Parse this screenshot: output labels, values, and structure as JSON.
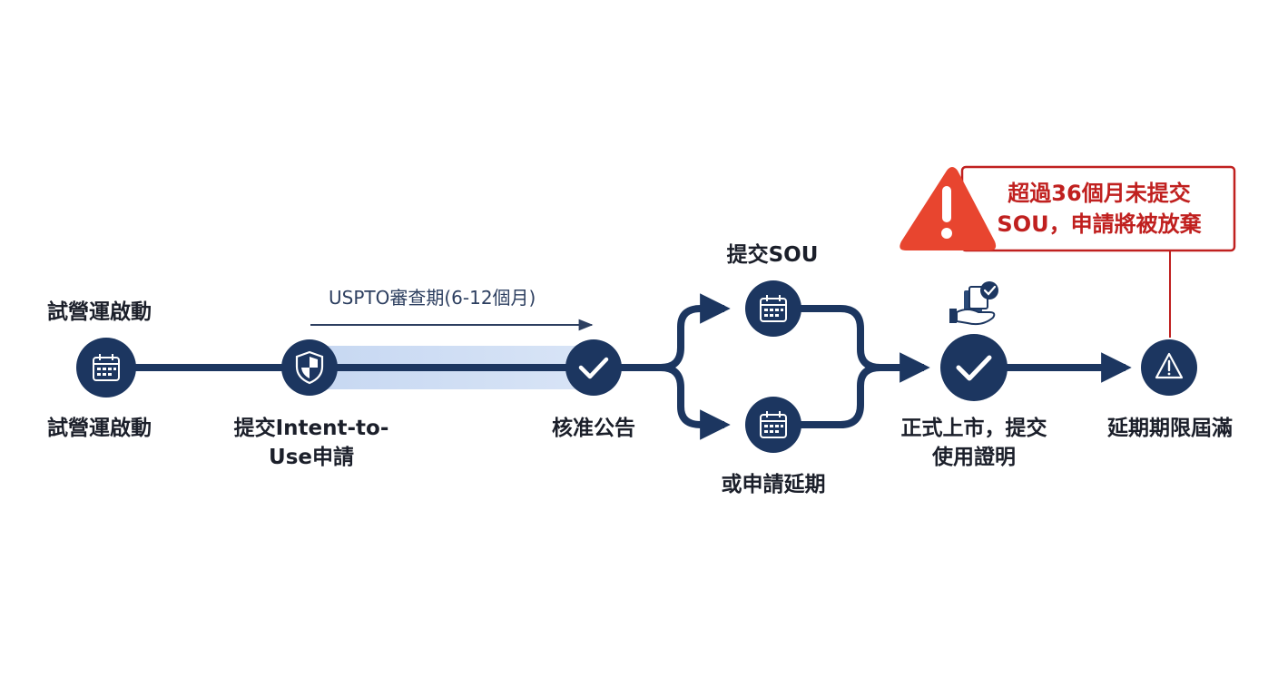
{
  "stages": {
    "start": {
      "title": "試營運啟動",
      "label": "試營運啟動",
      "icon": "calendar-icon"
    },
    "file": {
      "label_line1": "提交Intent-to-",
      "label_line2": "Use申請",
      "icon": "shield-icon"
    },
    "approval": {
      "label": "核准公告",
      "icon": "checkmark-icon"
    },
    "submit_sou": {
      "label": "提交SOU",
      "icon": "calendar-icon"
    },
    "extension": {
      "label": "或申請延期",
      "icon": "calendar-icon"
    },
    "launch": {
      "label_line1": "正式上市，提交",
      "label_line2": "使用證明",
      "icon": "checkmark-icon",
      "badge_icon": "document-hand-check-icon"
    },
    "expiry": {
      "label": "延期期限屆滿",
      "icon": "warning-icon"
    }
  },
  "review_period": {
    "label": "USPTO審查期(6-12個月)"
  },
  "warning": {
    "line1": "超過36個月未提交",
    "line2": "SOU，申請將被放棄",
    "icon": "alert-triangle-icon"
  },
  "colors": {
    "navy": "#1c3660",
    "review_band": "#cddcf3",
    "warning_red": "#c0201f",
    "warning_triangle": "#e8452f"
  }
}
